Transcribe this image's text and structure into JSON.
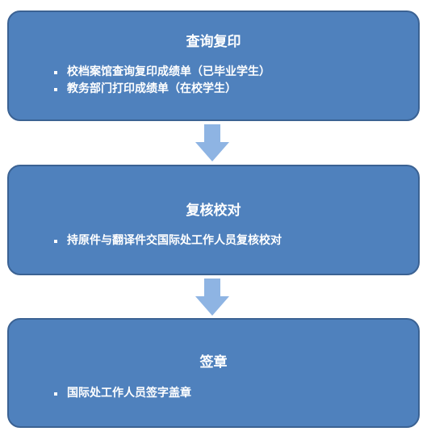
{
  "colors": {
    "box_fill": "#4f81bd",
    "box_border": "#3b6293",
    "arrow_fill": "#8eb4e3",
    "text": "#ffffff"
  },
  "steps": [
    {
      "title": "查询复印",
      "items": [
        "校档案馆查询复印成绩单（已毕业学生）",
        "教务部门打印成绩单（在校学生）"
      ]
    },
    {
      "title": "复核校对",
      "items": [
        "持原件与翻译件交国际处工作人员复核校对"
      ]
    },
    {
      "title": "签章",
      "items": [
        "国际处工作人员签字盖章"
      ]
    }
  ]
}
